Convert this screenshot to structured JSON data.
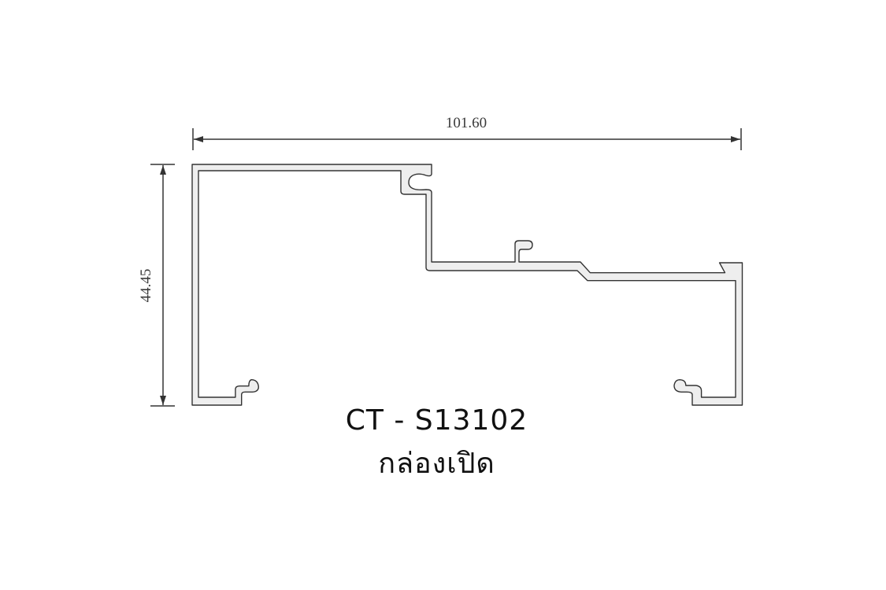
{
  "drawing": {
    "width_dimension": "101.60",
    "height_dimension": "44.45",
    "product_code": "CT - S13102",
    "product_name": "กล่องเปิด"
  },
  "colors": {
    "line": "#333333",
    "wall_fill": "#eeeeee",
    "dimension_text": "#3a3a3a"
  }
}
